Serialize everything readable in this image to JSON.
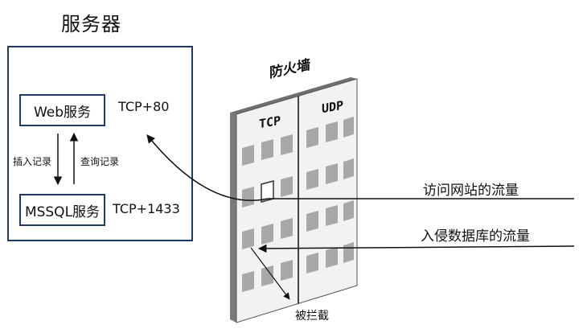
{
  "server": {
    "title": "服务器",
    "web_service": "Web服务",
    "sql_service": "MSSQL服务",
    "web_port": "TCP+80",
    "sql_port": "TCP+1433",
    "insert_record": "插入记录",
    "query_record": "查询记录"
  },
  "firewall": {
    "title": "防火墙",
    "tcp_label": "TCP",
    "udp_label": "UDP"
  },
  "traffic": {
    "visit": "访问网站的流量",
    "invade": "入侵数据库的流量",
    "blocked": "被拦截"
  },
  "colors": {
    "border": "#1f3a66",
    "wall_face": "#f2f2f2",
    "wall_top": "#6f6f6f",
    "wall_side": "#7a7a7a",
    "window": "#a8a8a8",
    "line": "#111111"
  }
}
